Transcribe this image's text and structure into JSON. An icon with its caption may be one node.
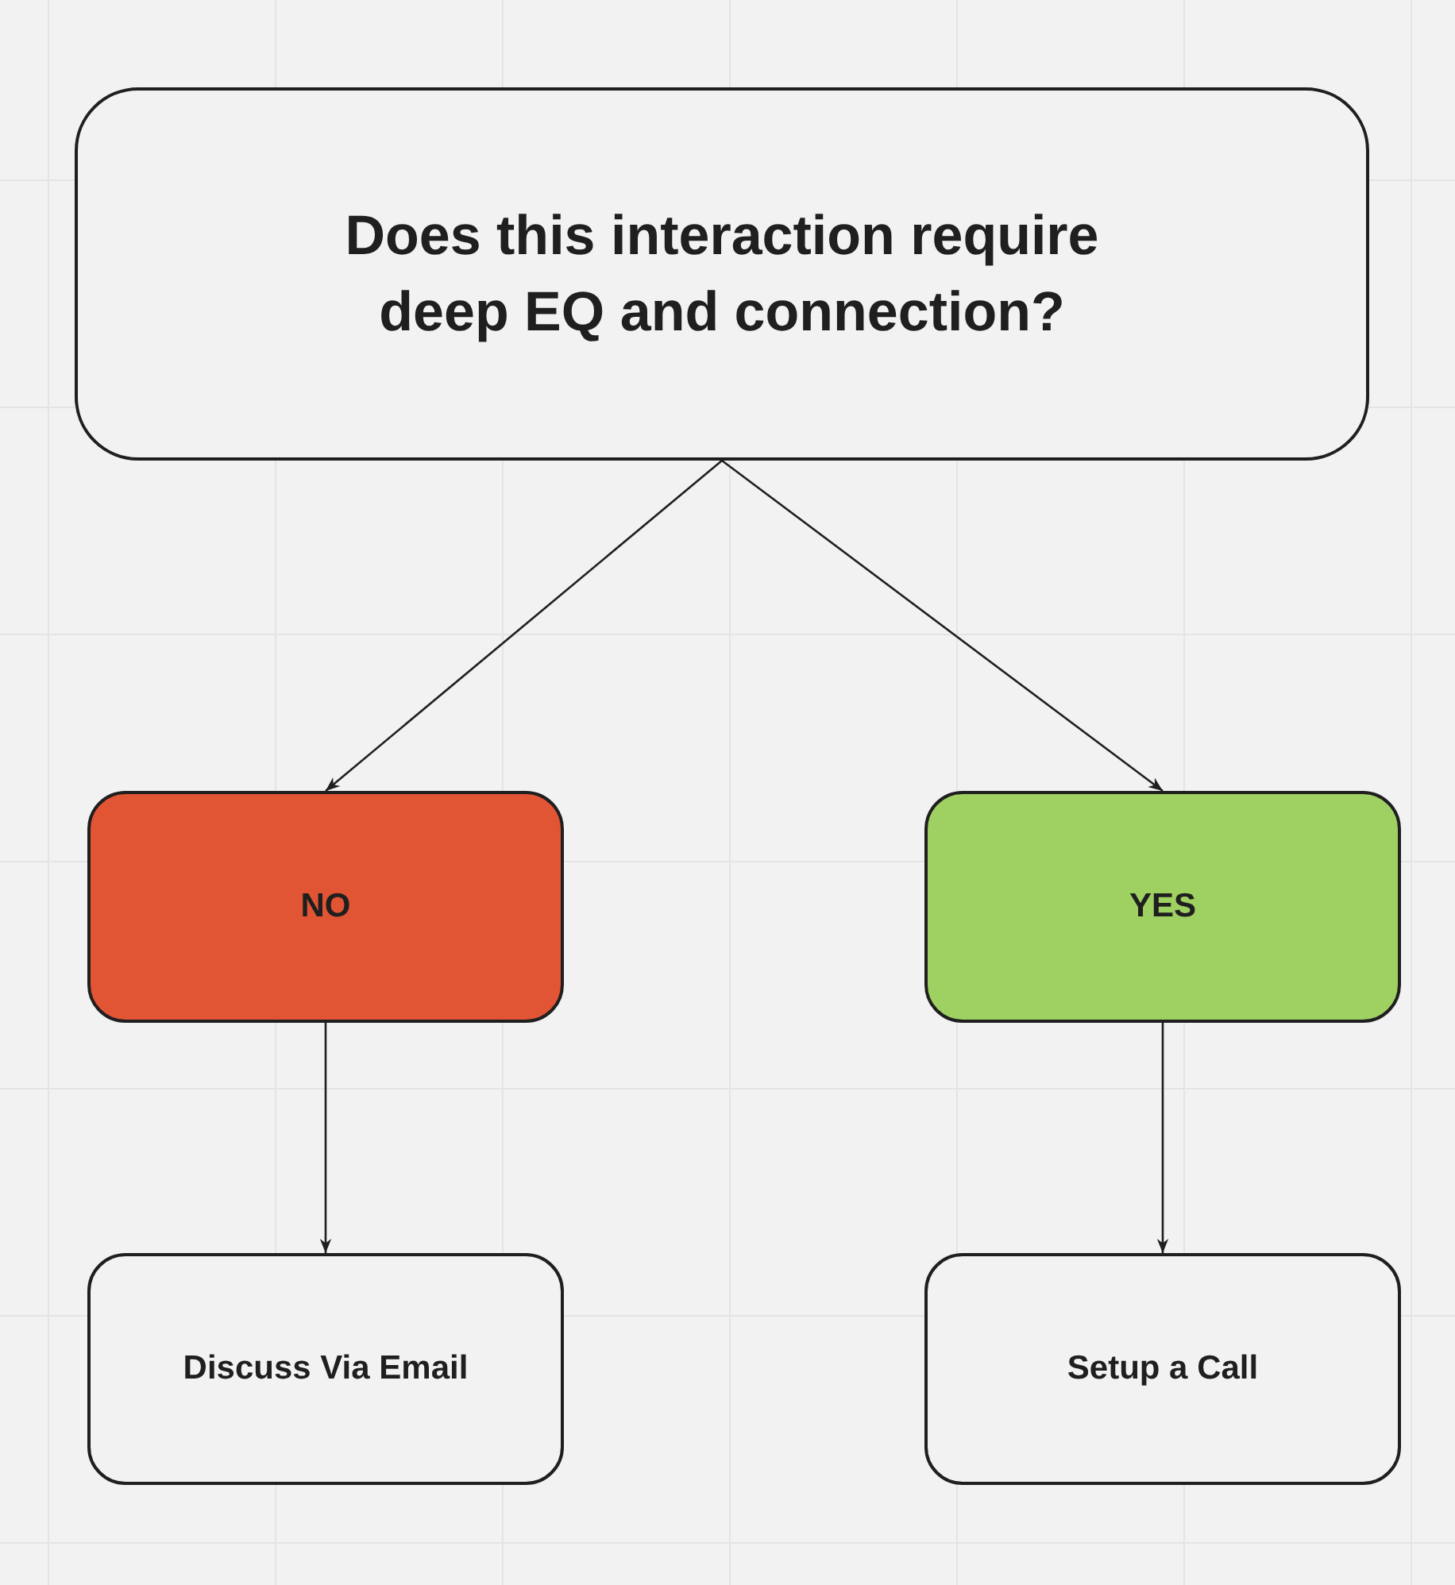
{
  "diagram": {
    "nodes": [
      {
        "text": [
          "Does this interaction require deep EQ and connection?"
        ]
      },
      {
        "text": [
          "NO"
        ]
      },
      {
        "text": [
          "YES"
        ]
      },
      {
        "text": [
          "Discuss Via Email"
        ]
      },
      {
        "text": [
          "Setup a Call"
        ]
      }
    ],
    "edges": [
      {
        "from": 0,
        "to": 1,
        "arrow": "to"
      },
      {
        "from": 0,
        "to": 2,
        "arrow": "to"
      },
      {
        "from": 1,
        "to": 3,
        "arrow": "to"
      },
      {
        "from": 2,
        "to": 4,
        "arrow": "to"
      }
    ]
  }
}
